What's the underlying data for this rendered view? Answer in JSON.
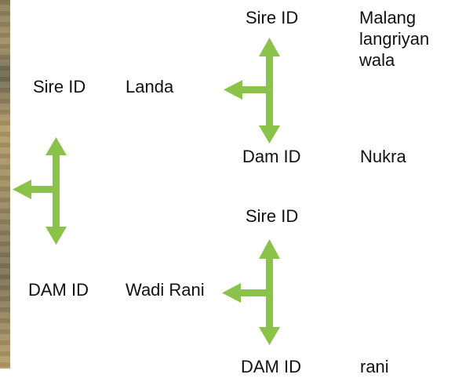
{
  "colors": {
    "arrow": "#8bc34a",
    "text": "#111111"
  },
  "left_parent": {
    "sire_label": "Sire ID",
    "sire_value": "Landa",
    "dam_label": "DAM ID",
    "dam_value": "Wadi Rani"
  },
  "upper_grandparents": {
    "sire_label": "Sire ID",
    "sire_value": "Malang langriyan wala",
    "dam_label": "Dam ID",
    "dam_value": "Nukra"
  },
  "lower_grandparents": {
    "sire_label": "Sire ID",
    "sire_value": "",
    "dam_label": "DAM ID",
    "dam_value": "rani"
  }
}
